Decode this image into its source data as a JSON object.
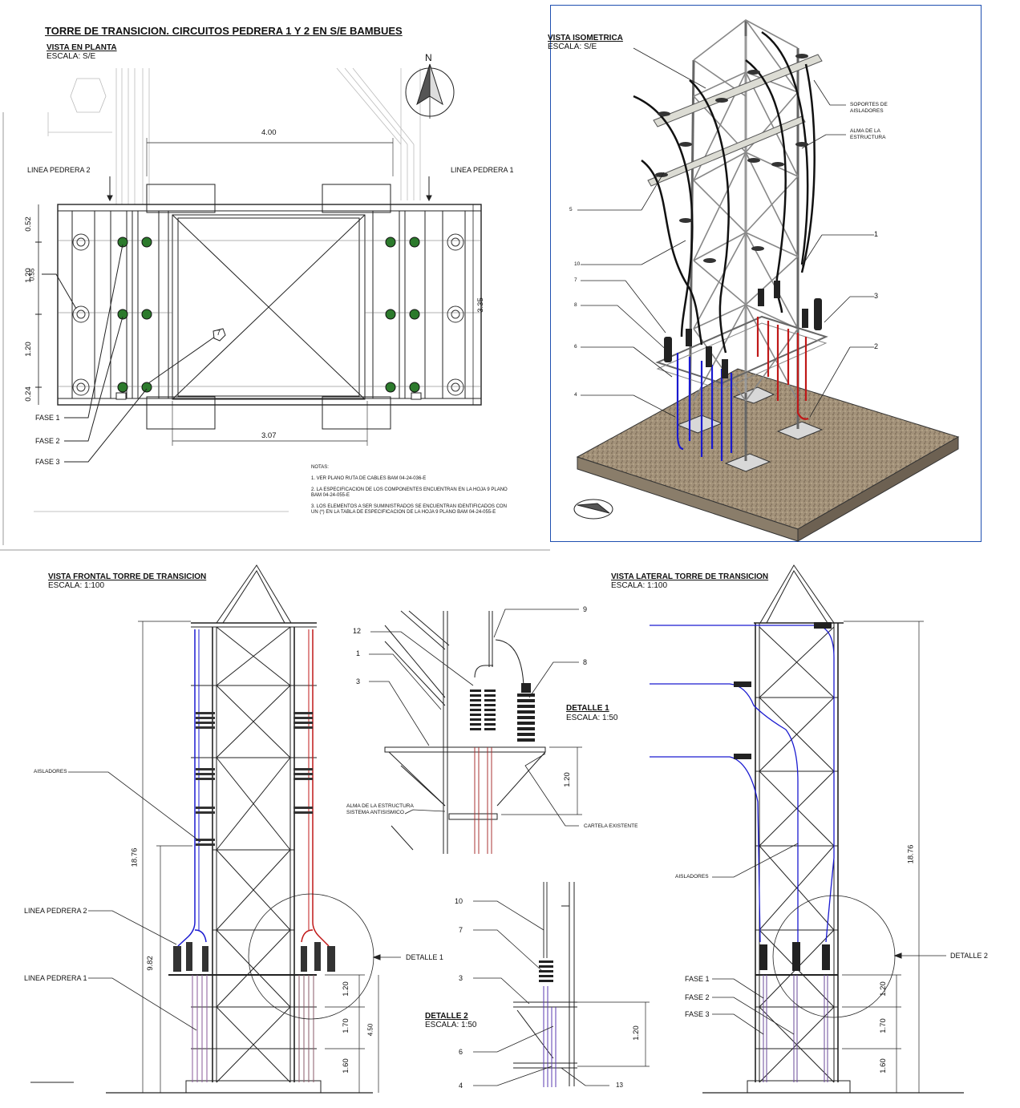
{
  "sheet": {
    "title": "TORRE DE TRANSICION. CIRCUITOS PEDRERA 1 Y 2 EN S/E BAMBUES"
  },
  "plan_view": {
    "title": "VISTA  EN PLANTA",
    "scale": "ESCALA: S/E",
    "north": "N",
    "labels": {
      "line2": "LINEA PEDRERA 2",
      "line1": "LINEA PEDRERA 1",
      "fase1": "FASE 1",
      "fase2": "FASE 2",
      "fase3": "FASE 3",
      "item7": "7"
    },
    "dims": {
      "top": "4.00",
      "bottom": "3.07",
      "right": "3.35",
      "left_a": "0.52",
      "left_b": "1.20",
      "left_b2": "0.55",
      "left_c": "1.20",
      "left_d": "0.24"
    },
    "notes": [
      "NOTAS:",
      "1. VER PLANO RUTA DE CABLES BAM 04-24-036-E",
      "2. LA ESPECIFICACION DE LOS COMPONENTES  ENCUENTRAN EN LA HOJA 9 PLANO BAM 04-24-055-E",
      "3. LOS ELEMENTOS A SER SUMINISTRADOS SE ENCUENTRAN IDENTIFICADOS CON UN (*) EN LA TABLA DE ESPECIFICACION DE LA HOJA 9 PLANO BAM 04-24-055-E"
    ]
  },
  "iso_view": {
    "title": "VISTA  ISOMETRICA",
    "scale": "ESCALA: S/E",
    "callouts": {
      "soportes": "SOPORTES DE AISLADORES",
      "alma": "ALMA DE LA ESTRUCTURA",
      "n5": "5",
      "n10": "10",
      "n7": "7",
      "n8": "8",
      "n6": "6",
      "n4": "4",
      "n1": "1",
      "n3": "3",
      "n2": "2"
    }
  },
  "front_view": {
    "title": "VISTA  FRONTAL TORRE DE TRANSICION",
    "scale": "ESCALA: 1:100",
    "labels": {
      "aisladores": "AISLADORES",
      "line2": "LINEA PEDRERA 2",
      "line1": "LINEA PEDRERA 1",
      "detalle1": "DETALLE 1"
    },
    "dims": {
      "total": "18.76",
      "lower": "9.82",
      "d120": "1.20",
      "d170": "1.70",
      "d160": "1.60",
      "d450": "4.50"
    }
  },
  "detail1": {
    "title": "DETALLE 1",
    "scale": "ESCALA: 1:50",
    "callouts": {
      "n12": "12",
      "n1": "1",
      "n3": "3",
      "n9": "9",
      "n8": "8"
    },
    "alma": "ALMA DE LA ESTRUCTURA SISTEMA ANTISISMICO",
    "cartela": "CARTELA EXISTENTE",
    "dim": "1.20"
  },
  "detail2": {
    "title": "DETALLE 2",
    "scale": "ESCALA: 1:50",
    "callouts": {
      "n10": "10",
      "n7": "7",
      "n3": "3",
      "n6": "6",
      "n4": "4",
      "n13": "13"
    },
    "dim": "1.20"
  },
  "side_view": {
    "title": "VISTA  LATERAL TORRE DE TRANSICION",
    "scale": "ESCALA: 1:100",
    "labels": {
      "aisladores": "AISLADORES",
      "detalle2": "DETALLE 2",
      "fase1": "FASE 1",
      "fase2": "FASE 2",
      "fase3": "FASE 3"
    },
    "dims": {
      "total": "18.76",
      "d120": "1.20",
      "d170": "1.70",
      "d160": "1.60"
    }
  },
  "colors": {
    "frame_blue": "#1f4fb0",
    "phase_blue": "#1a1ad0",
    "phase_red": "#c01818",
    "steel": "#c9ccc9",
    "ground": "#a89880"
  }
}
